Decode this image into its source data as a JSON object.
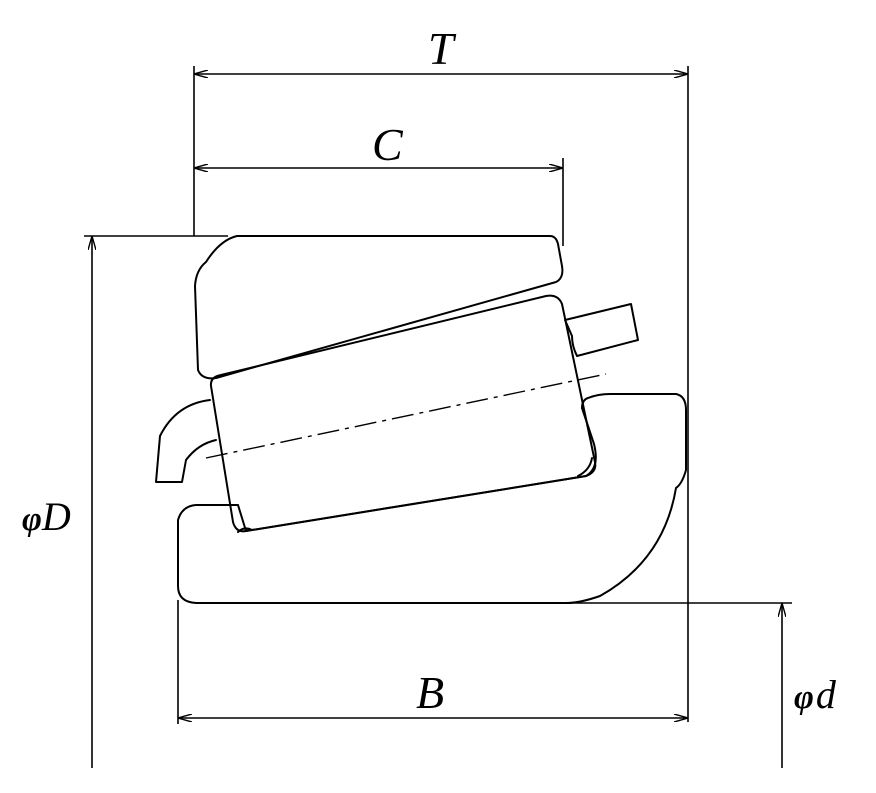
{
  "labels": {
    "T": "T",
    "C": "C",
    "B": "B",
    "D_symbol": "φ",
    "D_letter": "D",
    "d_symbol": "φ",
    "d_letter": "d"
  }
}
